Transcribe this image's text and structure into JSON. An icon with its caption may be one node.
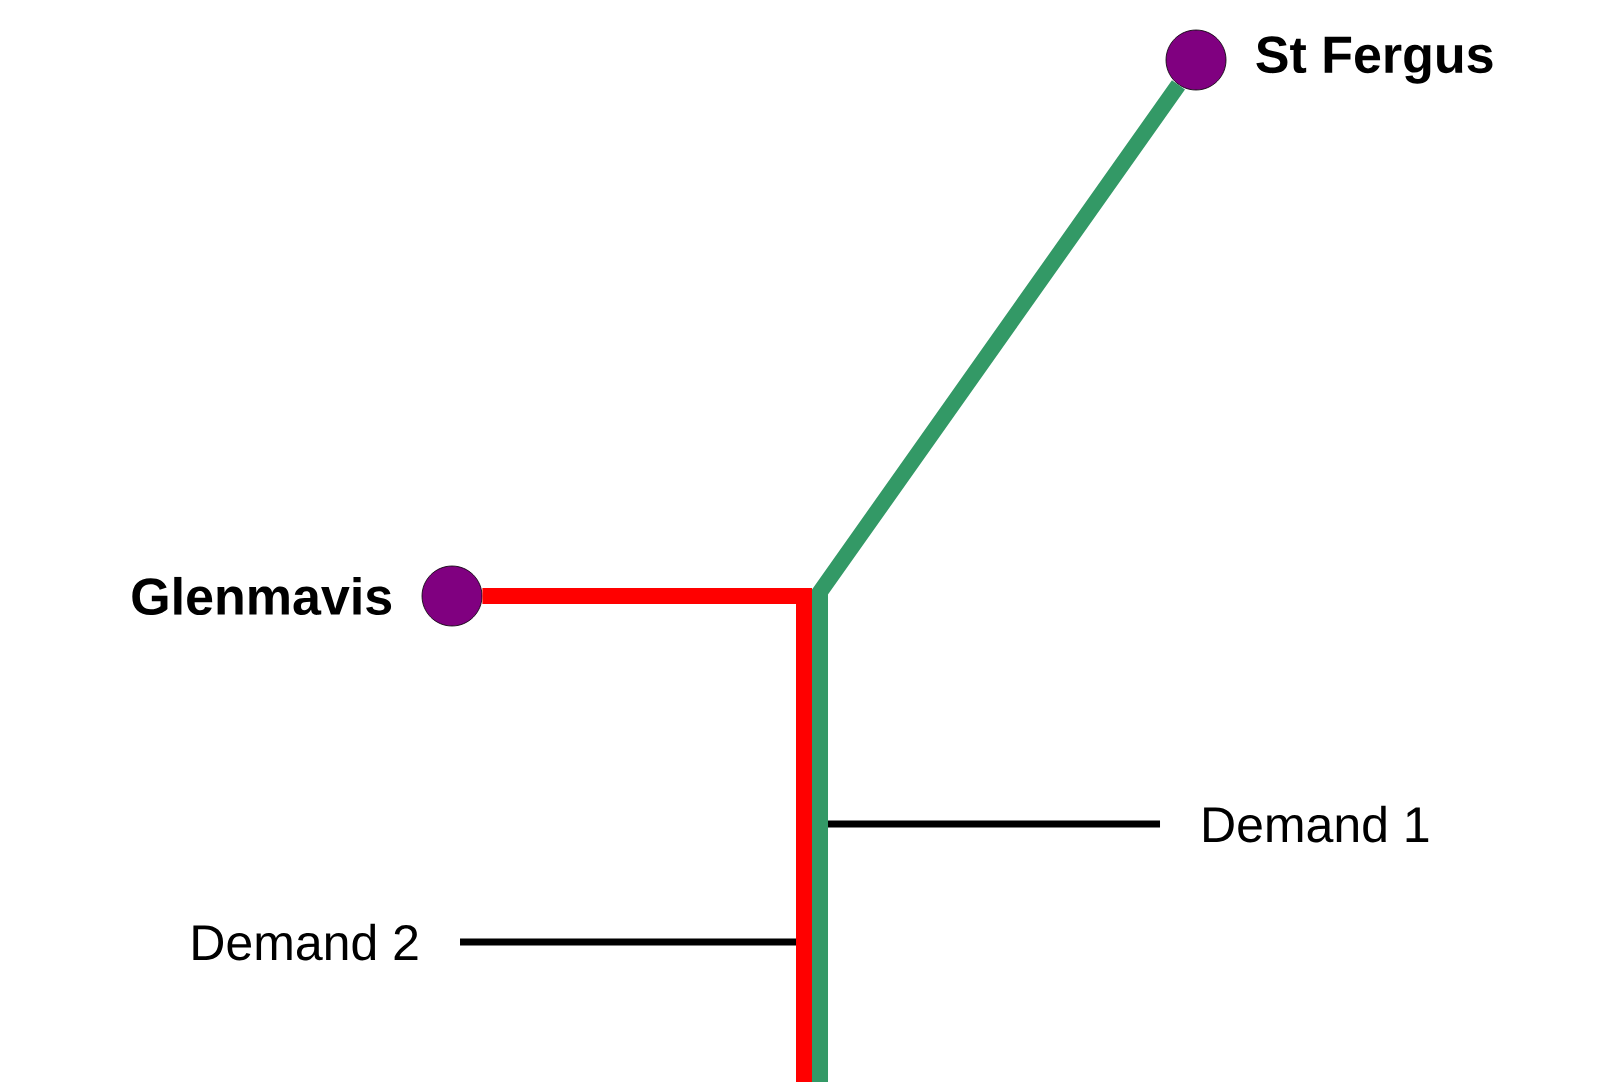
{
  "diagram": {
    "nodes": [
      {
        "text": [
          "St Fergus"
        ]
      },
      {
        "text": [
          "Glenmavis"
        ]
      },
      {
        "text": [
          "Demand 1"
        ]
      },
      {
        "text": [
          "Demand 2"
        ]
      }
    ],
    "edges": [
      {
        "from": 0,
        "to": null,
        "arrow": "none",
        "style": "thick",
        "color": "#339966"
      },
      {
        "from": 1,
        "to": null,
        "arrow": "none",
        "style": "thick",
        "color": "#ff0000"
      },
      {
        "from": 2,
        "to": null,
        "arrow": "none"
      },
      {
        "from": 3,
        "to": null,
        "arrow": "none"
      }
    ]
  }
}
